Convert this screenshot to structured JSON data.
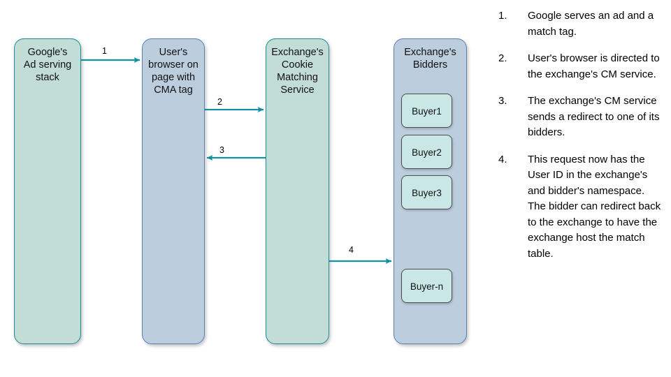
{
  "diagram": {
    "lanes": [
      {
        "id": "google",
        "label": "Google's\nAd serving\nstack",
        "fill": "#c2dcd6",
        "stroke": "#1b8b99"
      },
      {
        "id": "browser",
        "label": "User's\nbrowser on\npage with\nCMA tag",
        "fill": "#bccddd",
        "stroke": "#5b7fb5"
      },
      {
        "id": "cms",
        "label": "Exchange's\nCookie\nMatching\nService",
        "fill": "#c2dcd6",
        "stroke": "#1b8b99"
      },
      {
        "id": "bidders",
        "label": "Exchange's\nBidders",
        "fill": "#bccddd",
        "stroke": "#5b7fb5"
      }
    ],
    "buyers": [
      {
        "id": "buyer1",
        "label": "Buyer1"
      },
      {
        "id": "buyer2",
        "label": "Buyer2"
      },
      {
        "id": "buyer3",
        "label": "Buyer3"
      },
      {
        "id": "buyern",
        "label": "Buyer-n"
      }
    ],
    "arrows": [
      {
        "id": "arrow1",
        "label": "1",
        "from": "google",
        "to": "browser",
        "direction": "right"
      },
      {
        "id": "arrow2",
        "label": "2",
        "from": "browser",
        "to": "cms",
        "direction": "right"
      },
      {
        "id": "arrow3",
        "label": "3",
        "from": "cms",
        "to": "browser",
        "direction": "left"
      },
      {
        "id": "arrow4",
        "label": "4",
        "from": "cms",
        "to": "bidders",
        "direction": "right"
      }
    ],
    "arrow_color": "#1490a1"
  },
  "steps": [
    {
      "num": "1.",
      "text": "Google serves an ad and a match tag."
    },
    {
      "num": "2.",
      "text": "User's browser is directed to the exchange's CM service."
    },
    {
      "num": "3.",
      "text": "The exchange's CM service sends a redirect to one of its bidders."
    },
    {
      "num": "4.",
      "text": "This request now has the User ID in the exchange's and bidder's namespace. The bidder can redirect back to the exchange to have the exchange host the match table."
    }
  ]
}
